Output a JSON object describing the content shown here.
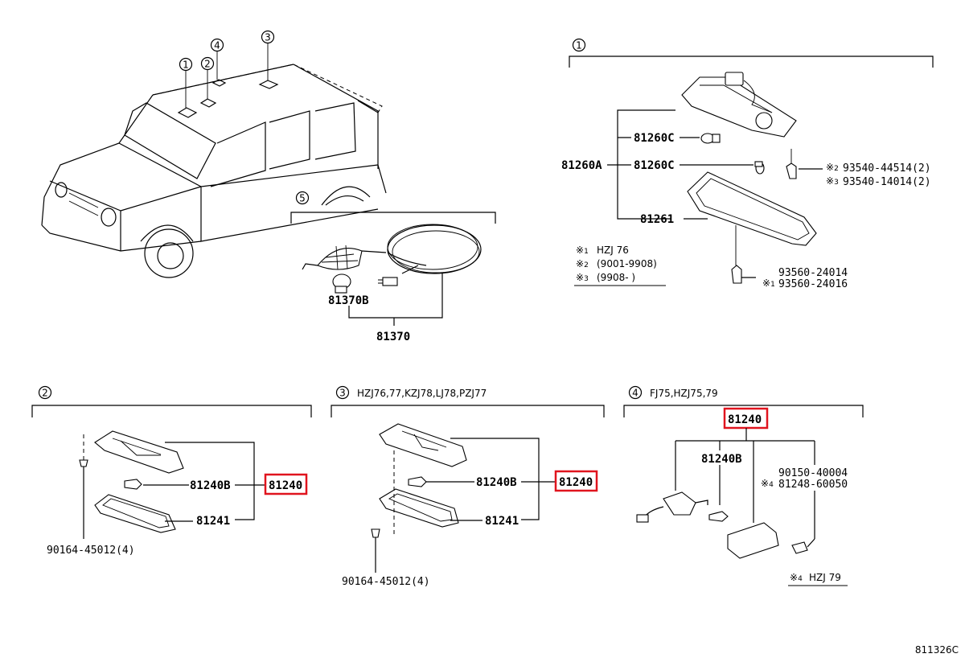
{
  "diagram_code": "811326C",
  "sections": {
    "s1": {
      "marker": "1"
    },
    "s2": {
      "marker": "2"
    },
    "s3": {
      "marker": "3",
      "title": "HZJ76,77,KZJ78,LJ78,PZJ77"
    },
    "s4": {
      "marker": "4",
      "title": "FJ75,HZJ75,79"
    },
    "s5": {
      "marker": "5"
    }
  },
  "vehicle_markers": [
    "1",
    "2",
    "4",
    "3"
  ],
  "parts": {
    "p81260A": "81260A",
    "p81260C_a": "81260C",
    "p81260C_b": "81260C",
    "p81261": "81261",
    "p93540_1": "93540-44514(2)",
    "p93540_2": "93540-14014(2)",
    "p93560_1": "93560-24014",
    "p93560_2": "93560-24016",
    "p81370B": "81370B",
    "p81370": "81370",
    "s2_81240B": "81240B",
    "s2_81240": "81240",
    "s2_81241": "81241",
    "s2_90164": "90164-45012(4)",
    "s3_81240B": "81240B",
    "s3_81240": "81240",
    "s3_81241": "81241",
    "s3_90164": "90164-45012(4)",
    "s4_81240": "81240",
    "s4_81240B": "81240B",
    "s4_90150": "90150-40004",
    "s4_81248": "81248-60050"
  },
  "notes": {
    "n1": "HZJ 76",
    "n2": "(9001-9908)",
    "n3": "(9908-    )",
    "n4": "HZJ 79",
    "mark": "※",
    "m1": "1",
    "m2": "2",
    "m3": "3",
    "m4": "4"
  },
  "colors": {
    "highlight": "#e0141e",
    "line": "#000000"
  }
}
